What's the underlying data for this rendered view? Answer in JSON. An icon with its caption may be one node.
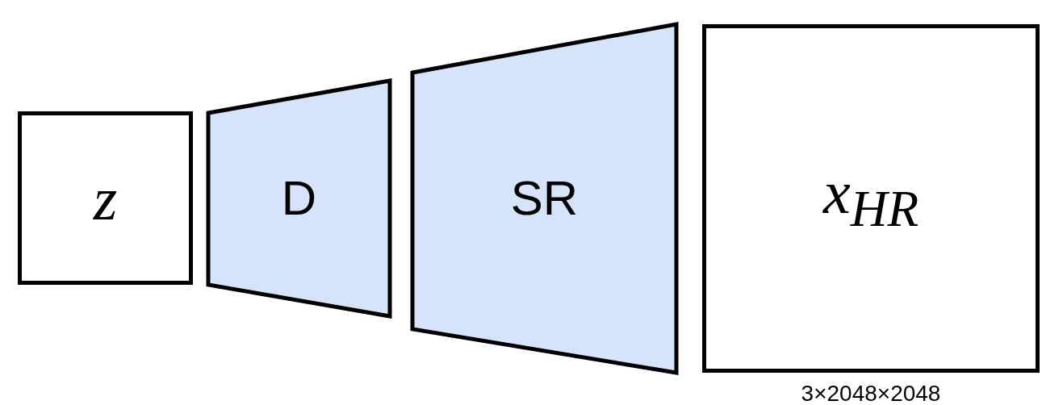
{
  "diagram": {
    "nodes": [
      {
        "text": [
          "z"
        ]
      },
      {
        "text": [
          "D"
        ]
      },
      {
        "text": [
          "SR"
        ]
      },
      {
        "text": [
          "x$_{HR}$"
        ],
        "beside": [
          "3×2048×2048"
        ]
      }
    ]
  }
}
